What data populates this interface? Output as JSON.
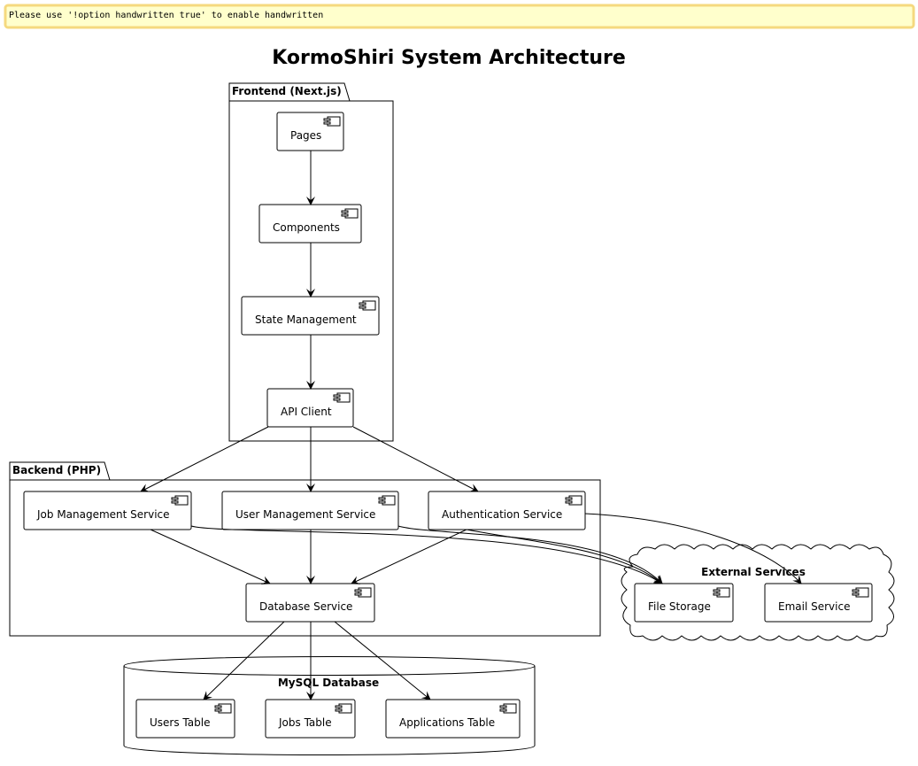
{
  "warning": {
    "text": "Please use '!option handwritten true' to enable handwritten"
  },
  "title": "KormoShiri System Architecture",
  "packages": {
    "frontend": {
      "label": "Frontend (Next.js)"
    },
    "backend": {
      "label": "Backend (PHP)"
    },
    "external": {
      "label": "External Services"
    },
    "database": {
      "label": "MySQL Database"
    }
  },
  "components": {
    "pages": "Pages",
    "components": "Components",
    "state": "State Management",
    "api_client": "API Client",
    "job_mgmt": "Job Management Service",
    "user_mgmt": "User Management Service",
    "auth": "Authentication Service",
    "db_service": "Database Service",
    "file_storage": "File Storage",
    "email": "Email Service",
    "users_table": "Users Table",
    "jobs_table": "Jobs Table",
    "apps_table": "Applications Table"
  },
  "colors": {
    "warning_bg": "#FFFFCC",
    "warning_border": "#F5D97F"
  }
}
